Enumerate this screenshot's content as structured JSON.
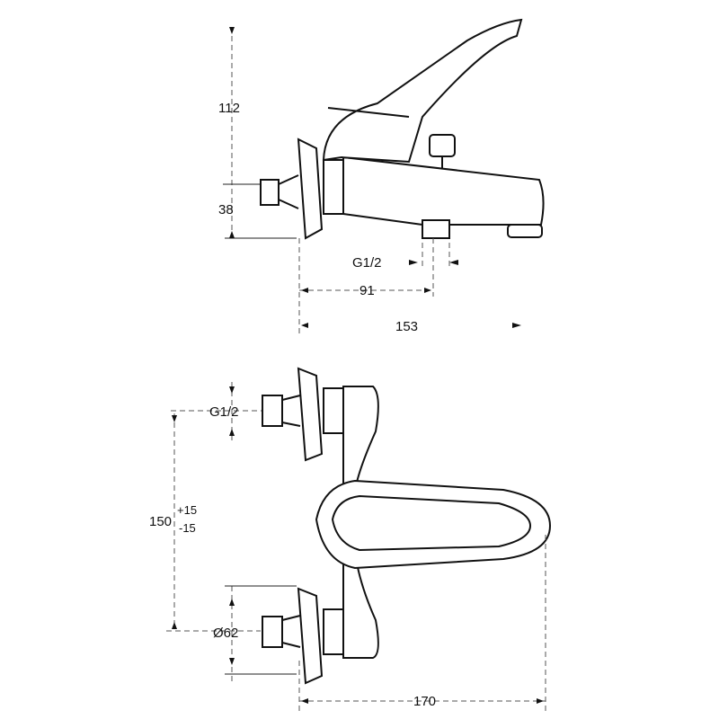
{
  "title": "Bath mixer technical drawing",
  "side_view": {
    "dim_total_height": "112",
    "dim_outlet_height": "38",
    "dim_connection": "G1/2",
    "dim_outlet_offset": "91",
    "dim_depth": "153"
  },
  "top_view": {
    "dim_connection": "G1/2",
    "dim_spacing": "150",
    "dim_spacing_tol_plus": "+15",
    "dim_spacing_tol_minus": "-15",
    "dim_rosette_diameter": "Ø62",
    "dim_width": "170"
  }
}
